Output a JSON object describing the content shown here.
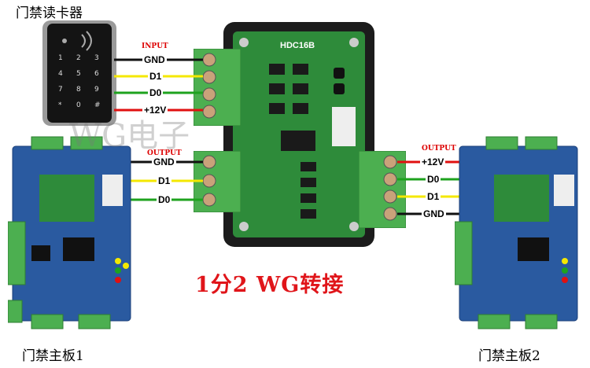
{
  "labels": {
    "reader": "门禁读卡器",
    "board1": "门禁主板1",
    "board2": "门禁主板2",
    "title": "1分2 WG转接",
    "watermark": "WG电子",
    "module": "HDC16B"
  },
  "sections": {
    "input": "INPUT",
    "output_left": "OUTPUT",
    "output_right": "OUTPUT"
  },
  "wires": {
    "input": [
      "GND",
      "D1",
      "D0",
      "+12V"
    ],
    "output_left": [
      "GND",
      "D1",
      "D0"
    ],
    "output_right": [
      "+12V",
      "D0",
      "D1",
      "GND"
    ]
  },
  "colors": {
    "GND": "#111111",
    "D1": "#f4e800",
    "D0": "#1ea21e",
    "+12V": "#e01010",
    "pcb_green": "#2e8b3a",
    "pcb_blue": "#2a5aa0",
    "terminal_green": "#4caf50",
    "title_red": "#e0151a"
  }
}
